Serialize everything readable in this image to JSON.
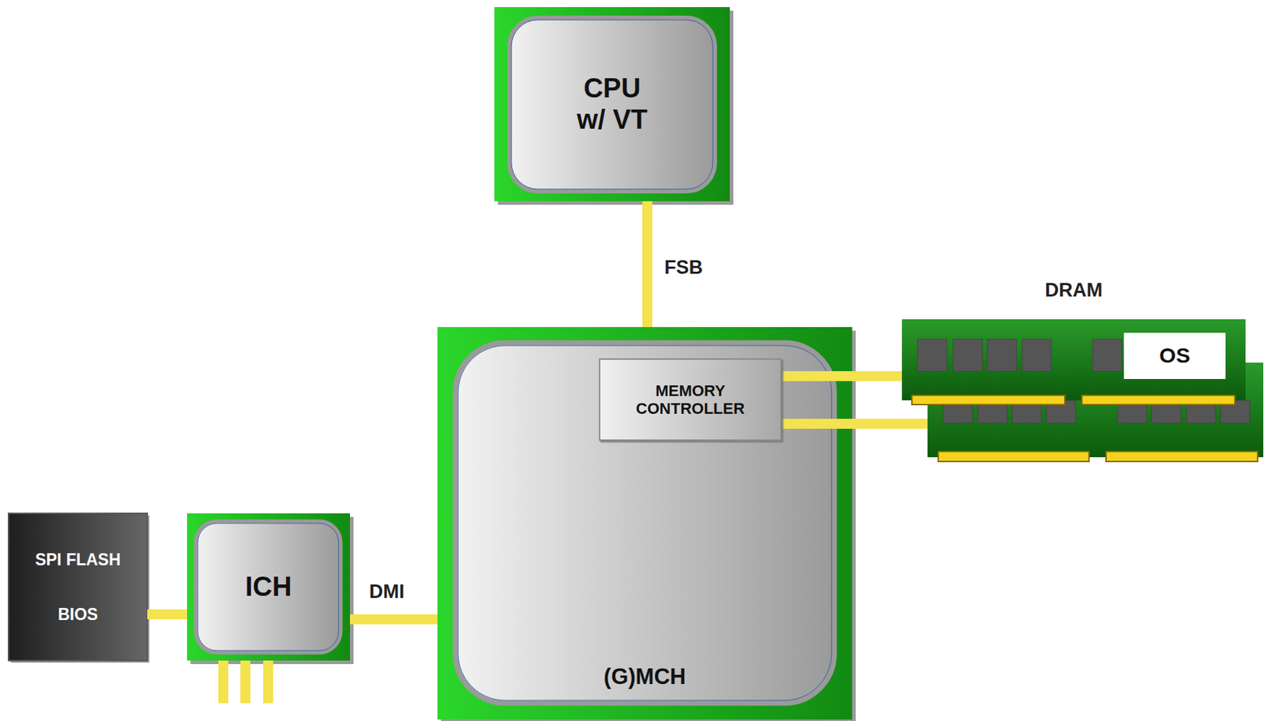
{
  "diagram": {
    "nodes": [
      {
        "text": [
          "CPU w/ VT"
        ]
      },
      {
        "text": [
          "(G)MCH"
        ]
      },
      {
        "text": [
          "MEMORY CONTROLLER"
        ],
        "in": 1
      },
      {
        "text": [
          "DRAM"
        ]
      },
      {
        "text": [
          "OS"
        ],
        "in": 3
      },
      {
        "text": [
          "ICH"
        ]
      },
      {
        "text": [
          "SPI FLASH",
          "BIOS"
        ]
      }
    ],
    "edges": [
      {
        "from": 0,
        "to": 1,
        "label": "FSB",
        "arrow": "none"
      },
      {
        "from": 2,
        "to": 3,
        "arrow": "none"
      },
      {
        "from": 5,
        "to": 1,
        "label": "DMI",
        "arrow": "none"
      },
      {
        "from": 6,
        "to": 5,
        "arrow": "none"
      }
    ]
  }
}
